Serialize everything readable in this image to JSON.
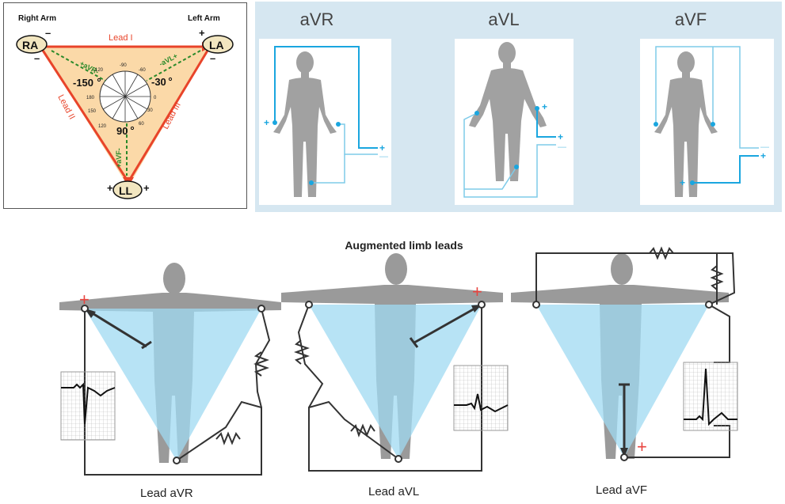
{
  "einthoven": {
    "right_arm": "Right Arm",
    "left_arm": "Left Arm",
    "ra": "RA",
    "la": "LA",
    "ll": "LL",
    "lead_i": "Lead I",
    "lead_ii": "Lead II",
    "lead_iii": "Lead III",
    "avr_axis": "+aVR-",
    "avl_axis": "-aVL+",
    "avf_axis": "+aVF-",
    "angles": {
      "m150": "-150",
      "m30": "-30",
      "p90": "90",
      "m120": "-120",
      "m90": "-90",
      "m60": "-60",
      "p180": "180",
      "p0": "0",
      "p150": "150",
      "p30": "30",
      "p120": "120",
      "p60": "60"
    },
    "colors": {
      "triangle_fill": "#fbd9a8",
      "lead_red": "#e8442a",
      "axis_green": "#2a8a2a"
    }
  },
  "leads_top": {
    "avr_title": "aVR",
    "avl_title": "aVL",
    "avf_title": "aVF",
    "plus": "+",
    "minus": "—",
    "colors": {
      "background": "#d6e7f1",
      "wire": "#1aa6df",
      "body": "#a1a1a1"
    }
  },
  "augmented": {
    "title": "Augmented limb leads",
    "lead_avr": "Lead aVR",
    "lead_avl": "Lead aVL",
    "lead_avf": "Lead aVF",
    "plus": "+",
    "colors": {
      "triangle": "#9fd9f2",
      "body": "#9a9a9a",
      "plus_red": "#e8443f"
    }
  }
}
